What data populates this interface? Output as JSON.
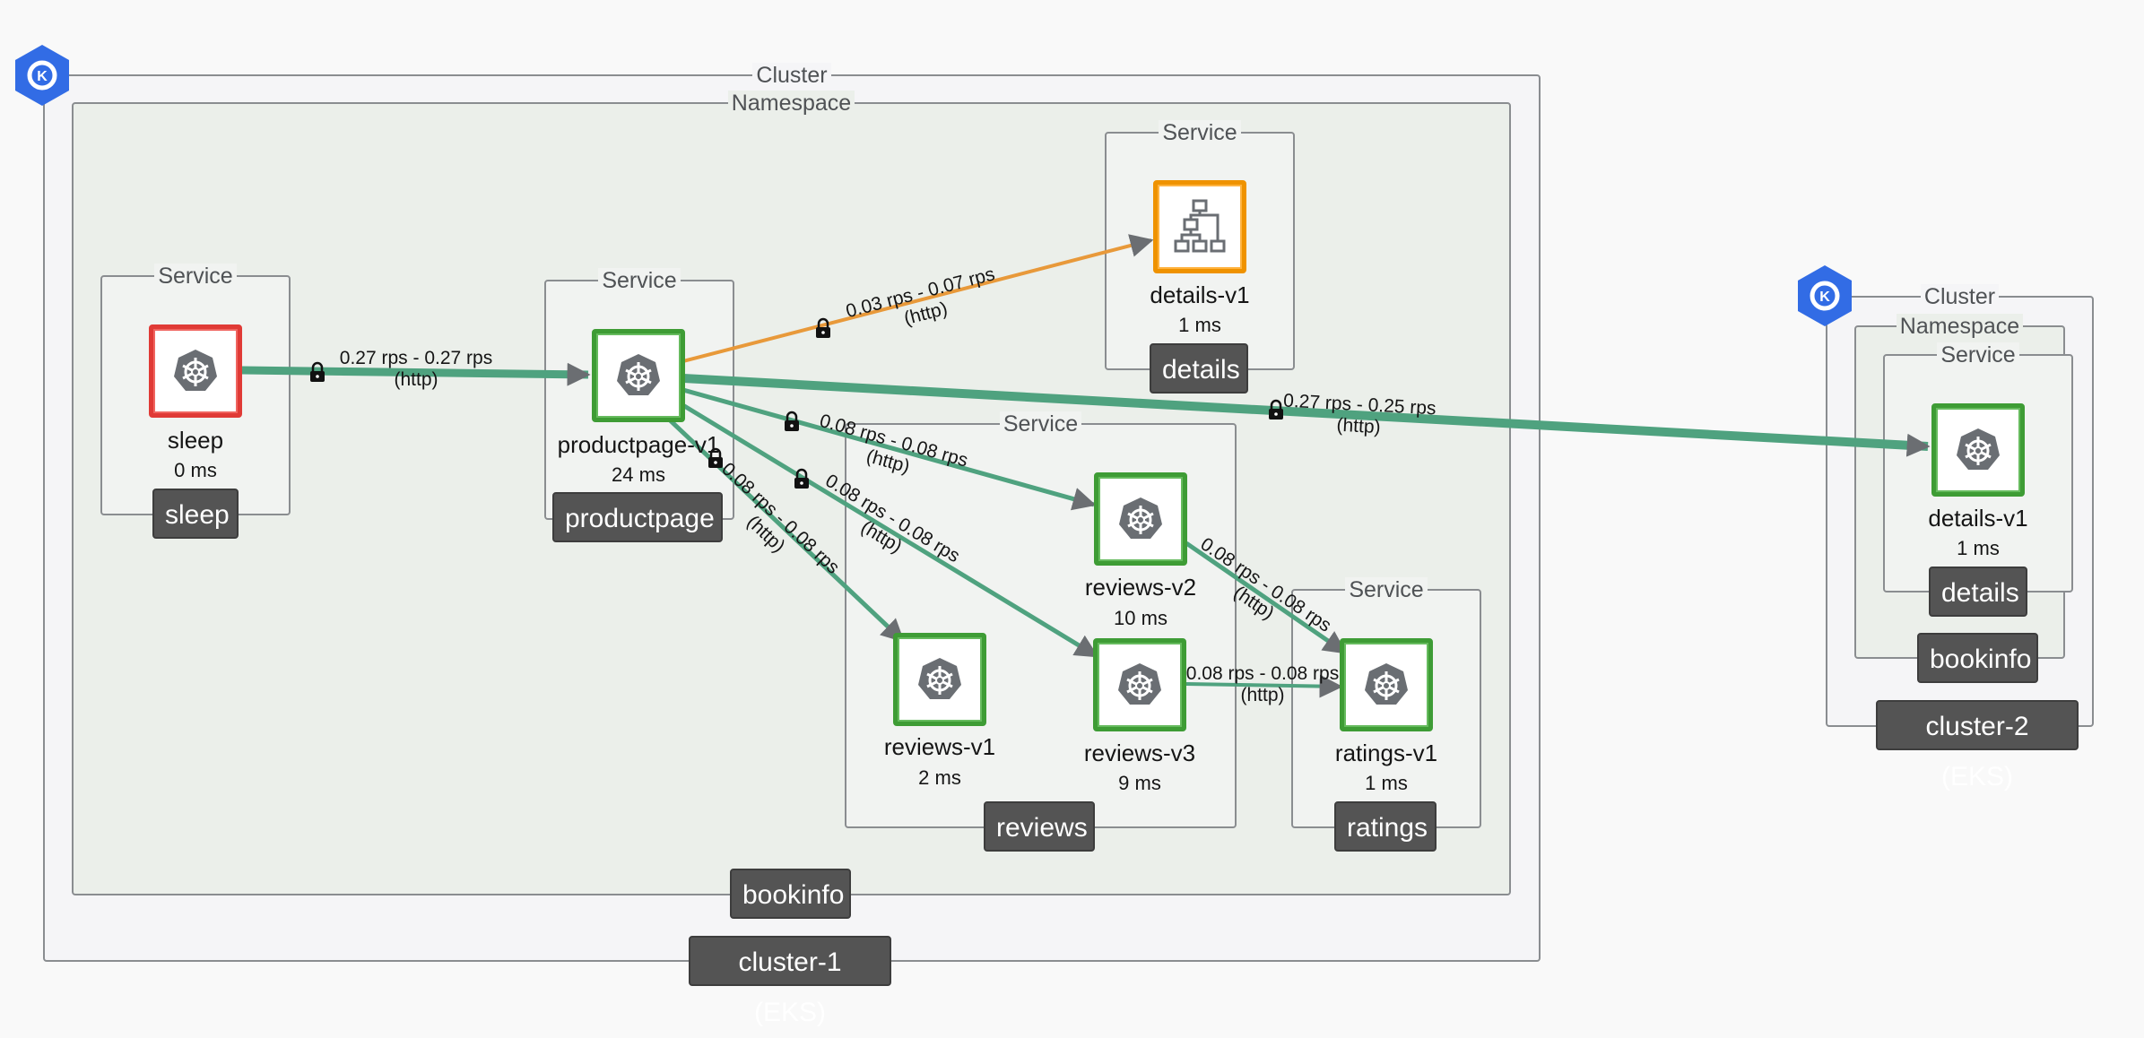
{
  "labels": {
    "cluster": "Cluster",
    "namespace": "Namespace",
    "service": "Service"
  },
  "clusters": [
    {
      "name": "cluster-1 (EKS)",
      "namespace": "bookinfo"
    },
    {
      "name": "cluster-2 (EKS)",
      "namespace": "bookinfo"
    }
  ],
  "services": {
    "sleep": "sleep",
    "productpage": "productpage",
    "details1": "details",
    "reviews": "reviews",
    "ratings": "ratings",
    "details2": "details"
  },
  "nodes": {
    "sleep": {
      "name": "sleep",
      "ms": "0 ms",
      "status_color": "#e03a36"
    },
    "productpage": {
      "name": "productpage-v1",
      "ms": "24 ms",
      "status_color": "#3e9c35"
    },
    "details1": {
      "name": "details-v1",
      "ms": "1 ms",
      "status_color": "#ef9200"
    },
    "reviews_v1": {
      "name": "reviews-v1",
      "ms": "2 ms",
      "status_color": "#3e9c35"
    },
    "reviews_v2": {
      "name": "reviews-v2",
      "ms": "10 ms",
      "status_color": "#3e9c35"
    },
    "reviews_v3": {
      "name": "reviews-v3",
      "ms": "9 ms",
      "status_color": "#3e9c35"
    },
    "ratings": {
      "name": "ratings-v1",
      "ms": "1 ms",
      "status_color": "#3e9c35"
    },
    "details2": {
      "name": "details-v1",
      "ms": "1 ms",
      "status_color": "#3e9c35"
    }
  },
  "edges": {
    "sleep_pp": {
      "rps": "0.27 rps - 0.27 rps",
      "proto": "(http)",
      "color": "#4fa27f"
    },
    "pp_details1": {
      "rps": "0.03 rps - 0.07 rps",
      "proto": "(http)",
      "color": "#e8993a"
    },
    "pp_details2": {
      "rps": "0.27 rps - 0.25 rps",
      "proto": "(http)",
      "color": "#4fa27f"
    },
    "pp_rv2": {
      "rps": "0.08 rps - 0.08 rps",
      "proto": "(http)",
      "color": "#4fa27f"
    },
    "pp_rv3": {
      "rps": "0.08 rps - 0.08 rps",
      "proto": "(http)",
      "color": "#4fa27f"
    },
    "pp_rv1": {
      "rps": "0.08 rps - 0.08 rps",
      "proto": "(http)",
      "color": "#4fa27f"
    },
    "rv2_ratings": {
      "rps": "0.08 rps - 0.08 rps",
      "proto": "(http)",
      "color": "#4fa27f"
    },
    "rv3_ratings": {
      "rps": "0.08 rps - 0.08 rps",
      "proto": "(http)",
      "color": "#4fa27f"
    }
  },
  "icons": {
    "cluster": "kubernetes-cluster-icon",
    "workload": "helm-wheel-icon",
    "service_tree": "service-tree-icon",
    "lock": "lock-icon"
  }
}
